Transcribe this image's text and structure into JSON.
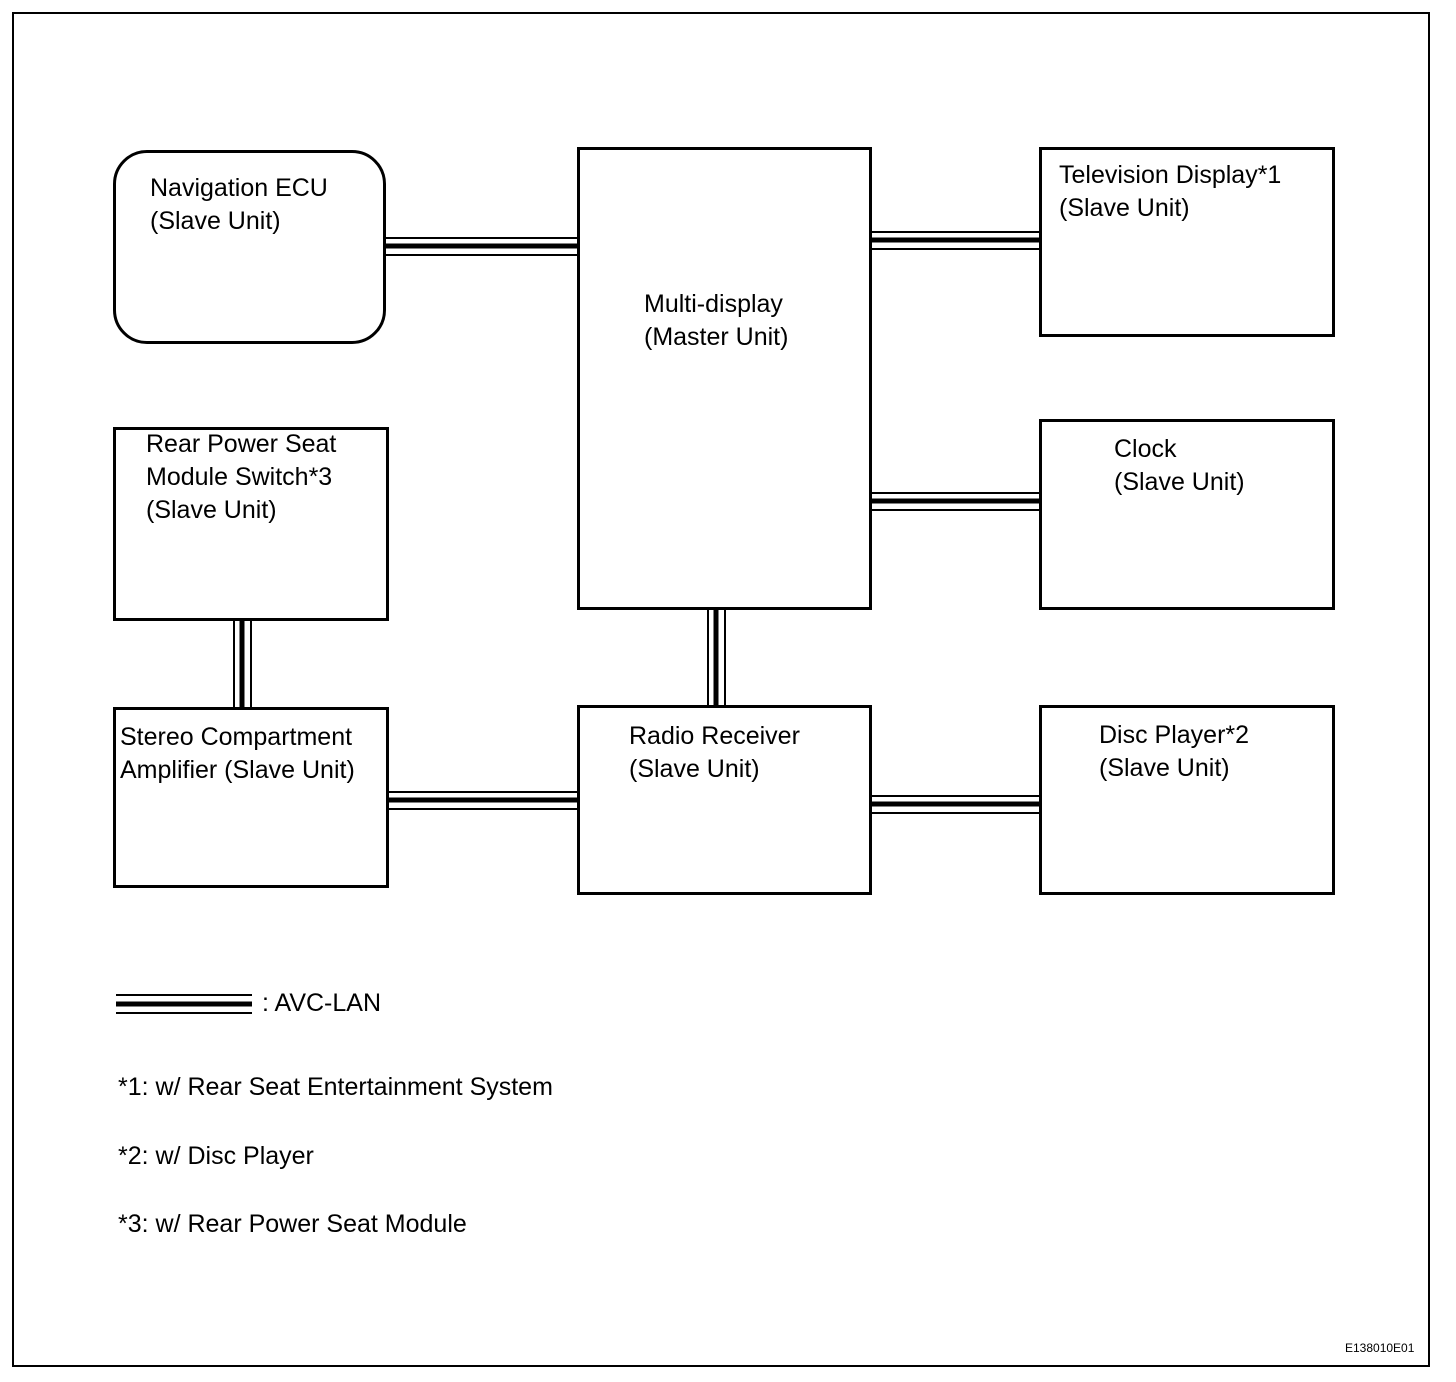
{
  "units": {
    "navigation_ecu": "Navigation ECU\n(Slave Unit)",
    "multi_display": "Multi-display\n(Master Unit)",
    "television_display": "Television Display*1\n(Slave Unit)",
    "clock": "Clock\n(Slave Unit)",
    "rear_power_seat": "Rear Power Seat\nModule Switch*3\n(Slave Unit)",
    "stereo_amplifier": "Stereo Compartment\nAmplifier (Slave Unit)",
    "radio_receiver": "Radio Receiver\n(Slave Unit)",
    "disc_player": "Disc Player*2\n(Slave Unit)"
  },
  "legend": {
    "avc_lan": ": AVC-LAN"
  },
  "notes": [
    "*1: w/ Rear Seat Entertainment System",
    "*2: w/ Disc Player",
    "*3: w/ Rear Power Seat Module"
  ],
  "figure_code": "E138010E01"
}
